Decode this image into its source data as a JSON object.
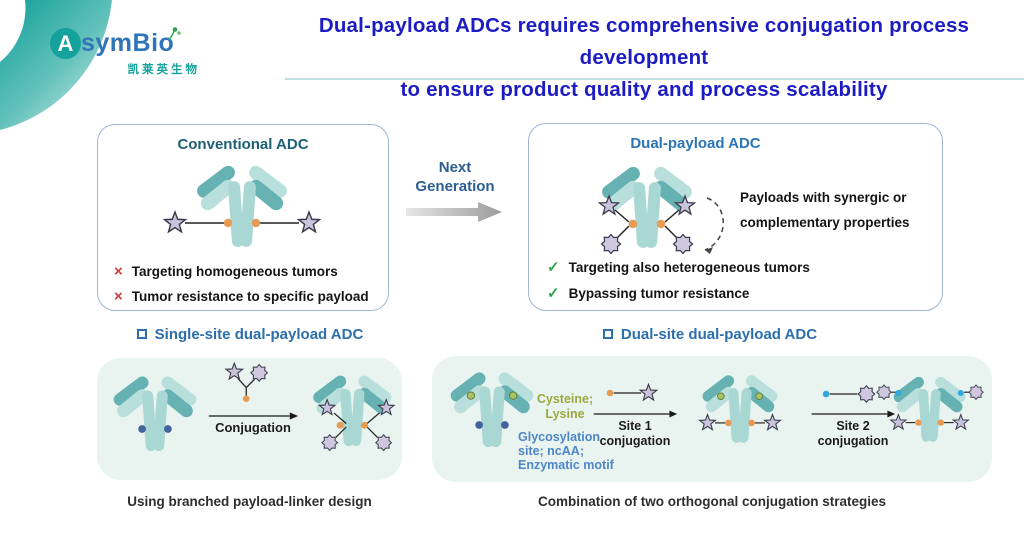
{
  "colors": {
    "title_blue": "#1c1cc2",
    "brand_teal": "#15a19c",
    "brand_blue": "#2f74b8",
    "box_border": "#9fb6d4",
    "header_blue": "#2c6fad",
    "conv_title": "#1d6075",
    "dual_title": "#2c74b5",
    "panel_bg": "#e9f4f1",
    "check_green": "#2da44e",
    "cross_red": "#cf3a3a",
    "olive_label": "#9aa93c",
    "site_label_blue": "#4f86c6",
    "orange_dot": "#e79a52",
    "navy_dot": "#44639c",
    "cyan_dot": "#30a7dd",
    "green_dot": "#a9c264"
  },
  "header": {
    "logo": {
      "a": "A",
      "rest": "symBio",
      "chinese": "凯莱英生物"
    },
    "title_line1": "Dual-payload ADCs requires comprehensive conjugation process development",
    "title_line2": "to ensure product quality and process scalability"
  },
  "comparison": {
    "conventional": {
      "title": "Conventional ADC",
      "bullets": [
        {
          "mark": "×",
          "text": "Targeting homogeneous tumors"
        },
        {
          "mark": "×",
          "text": "Tumor resistance to specific payload"
        }
      ]
    },
    "next_gen": {
      "line1": "Next",
      "line2": "Generation"
    },
    "dual": {
      "title": "Dual-payload ADC",
      "note_line1": "Payloads with synergic or",
      "note_line2": "complementary properties",
      "bullets": [
        {
          "mark": "✓",
          "text": "Targeting also heterogeneous tumors"
        },
        {
          "mark": "✓",
          "text": "Bypassing tumor resistance"
        }
      ]
    }
  },
  "single_site": {
    "header": "Single-site dual-payload ADC",
    "arrow_label": "Conjugation",
    "caption": "Using branched payload-linker design"
  },
  "dual_site": {
    "header": "Dual-site dual-payload ADC",
    "site1_residues": {
      "l1": "Cysteine;",
      "l2": "Lysine"
    },
    "site2_residues": {
      "l1": "Glycosylation",
      "l2": "site; ncAA;",
      "l3": "Enzymatic motif"
    },
    "arrow1": {
      "l1": "Site 1",
      "l2": "conjugation"
    },
    "arrow2": {
      "l1": "Site 2",
      "l2": "conjugation"
    },
    "caption": "Combination of two orthogonal conjugation strategies"
  }
}
